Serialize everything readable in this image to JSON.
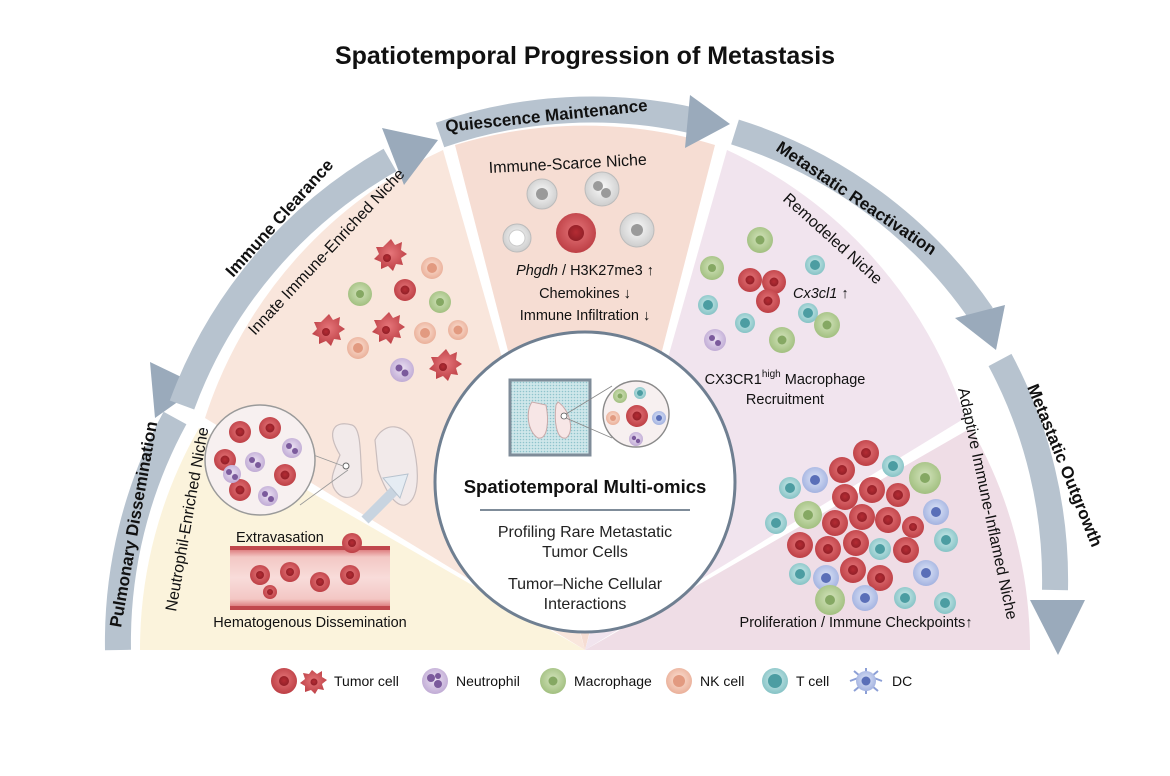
{
  "title": "Spatiotemporal Progression of Metastasis",
  "stages": {
    "pulmonary_dissemination": "Pulmonary Dissemination",
    "immune_clearance": "Immune Clearance",
    "quiescence_maintenance": "Quiescence Maintenance",
    "metastatic_reactivation": "Metastatic Reactivation",
    "metastatic_outgrowth": "Metastatic Outgrowth"
  },
  "niches": {
    "neutrophil": {
      "title": "Neutrophil-Enriched Niche",
      "extravasation": "Extravasation",
      "hematogenous": "Hematogenous Dissemination"
    },
    "innate": {
      "title": "Innate Immune-Enriched Niche"
    },
    "scarce": {
      "title": "Immune-Scarce Niche",
      "gene_italic": "Phgdh",
      "gene_rest": " / H3K27me3 ↑",
      "chemokines": "Chemokines ↓",
      "infiltration": "Immune Infiltration ↓"
    },
    "remodeled": {
      "title": "Remodeled Niche",
      "gene_italic": "Cx3cl1",
      "gene_arrow": " ↑",
      "recruit_pre": "CX3CR1",
      "recruit_sup": "high",
      "recruit_post": " Macrophage",
      "recruit_line2": "Recruitment"
    },
    "adaptive": {
      "title": "Adaptive Immune-Inflamed Niche",
      "proliferation": "Proliferation / Immune Checkpoints↑"
    }
  },
  "center": {
    "title": "Spatiotemporal Multi-omics",
    "line1": "Profiling Rare Metastatic",
    "line2": "Tumor Cells",
    "line3": "Tumor–Niche Cellular",
    "line4": "Interactions"
  },
  "legend": [
    {
      "label": "Tumor cell",
      "icon": "tumor-cell-icon"
    },
    {
      "label": "Neutrophil",
      "icon": "neutrophil-icon"
    },
    {
      "label": "Macrophage",
      "icon": "macrophage-icon"
    },
    {
      "label": "NK cell",
      "icon": "nk-cell-icon"
    },
    {
      "label": "T cell",
      "icon": "t-cell-icon"
    },
    {
      "label": "DC",
      "icon": "dc-icon"
    }
  ],
  "colors": {
    "arrow": "#9aaabb",
    "neutrophil_panel": "#fbf3dc",
    "innate_panel": "#f9e6dc",
    "scarce_panel": "#f6ddd3",
    "remodeled_panel": "#f1e4ee",
    "adaptive_panel": "#efdde6",
    "tumor": "#c84a4e",
    "neutrophil": "#c9b7da",
    "macrophage": "#a9c58b",
    "nk": "#f0c2ae",
    "tcell": "#8cc9cc",
    "dc": "#a9b7e2"
  }
}
